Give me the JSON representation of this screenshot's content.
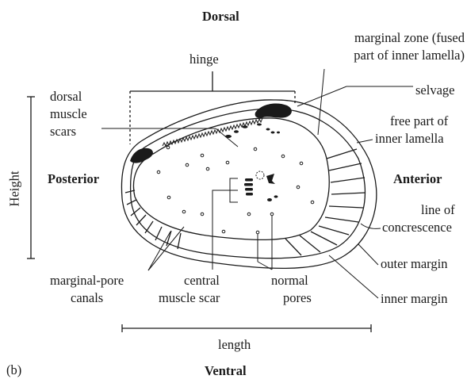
{
  "orientation": {
    "dorsal": "Dorsal",
    "ventral": "Ventral",
    "posterior": "Posterior",
    "anterior": "Anterior"
  },
  "panel_label": "(b)",
  "dimensions": {
    "height": "Height",
    "length": "length",
    "hinge": "hinge"
  },
  "labels": {
    "marginal_zone_1": "marginal zone (fused",
    "marginal_zone_2": "part of inner lamella)",
    "selvage": "selvage",
    "free_part_1": "free part of",
    "free_part_2": "inner lamella",
    "line_conc_1": "line of",
    "line_conc_2": "concrescence",
    "outer_margin": "outer margin",
    "inner_margin": "inner margin",
    "dorsal_muscle_1": "dorsal",
    "dorsal_muscle_2": "muscle",
    "dorsal_muscle_3": "scars",
    "pore_canals_1": "marginal-pore",
    "pore_canals_2": "canals",
    "central_scar_1": "central",
    "central_scar_2": "muscle scar",
    "normal_pores_1": "normal",
    "normal_pores_2": "pores"
  },
  "colors": {
    "ink": "#1a1a1a",
    "background": "#ffffff"
  }
}
